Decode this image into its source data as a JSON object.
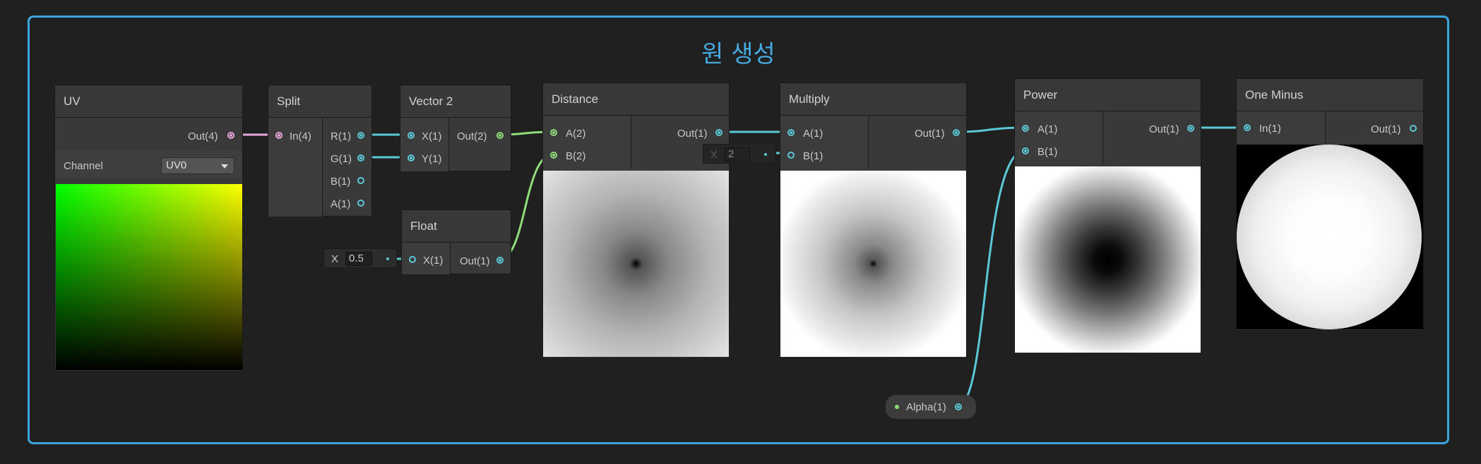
{
  "group": {
    "title": "원 생성"
  },
  "colors": {
    "accent": "#3aa6dd",
    "wire": "#5bc8d8",
    "uv_wire": "#e8a6dc",
    "vec2_wire": "#8fdc7a"
  },
  "nodes": {
    "uv": {
      "title": "UV",
      "out": "Out(4)",
      "channel_label": "Channel",
      "channel_value": "UV0"
    },
    "split": {
      "title": "Split",
      "in": "In(4)",
      "outs": [
        "R(1)",
        "G(1)",
        "B(1)",
        "A(1)"
      ]
    },
    "vector2": {
      "title": "Vector 2",
      "in_x": "X(1)",
      "in_y": "Y(1)",
      "out": "Out(2)"
    },
    "float": {
      "title": "Float",
      "in_x": "X(1)",
      "out": "Out(1)",
      "field_label": "X",
      "field_value": "0.5"
    },
    "distance": {
      "title": "Distance",
      "in_a": "A(2)",
      "in_b": "B(2)",
      "out": "Out(1)"
    },
    "multiply": {
      "title": "Multiply",
      "in_a": "A(1)",
      "in_b": "B(1)",
      "out": "Out(1)",
      "field_label": "X",
      "field_value": "2"
    },
    "power": {
      "title": "Power",
      "in_a": "A(1)",
      "in_b": "B(1)",
      "out": "Out(1)"
    },
    "one_minus": {
      "title": "One Minus",
      "in": "In(1)",
      "out": "Out(1)"
    }
  },
  "property": {
    "label": "Alpha(1)"
  }
}
